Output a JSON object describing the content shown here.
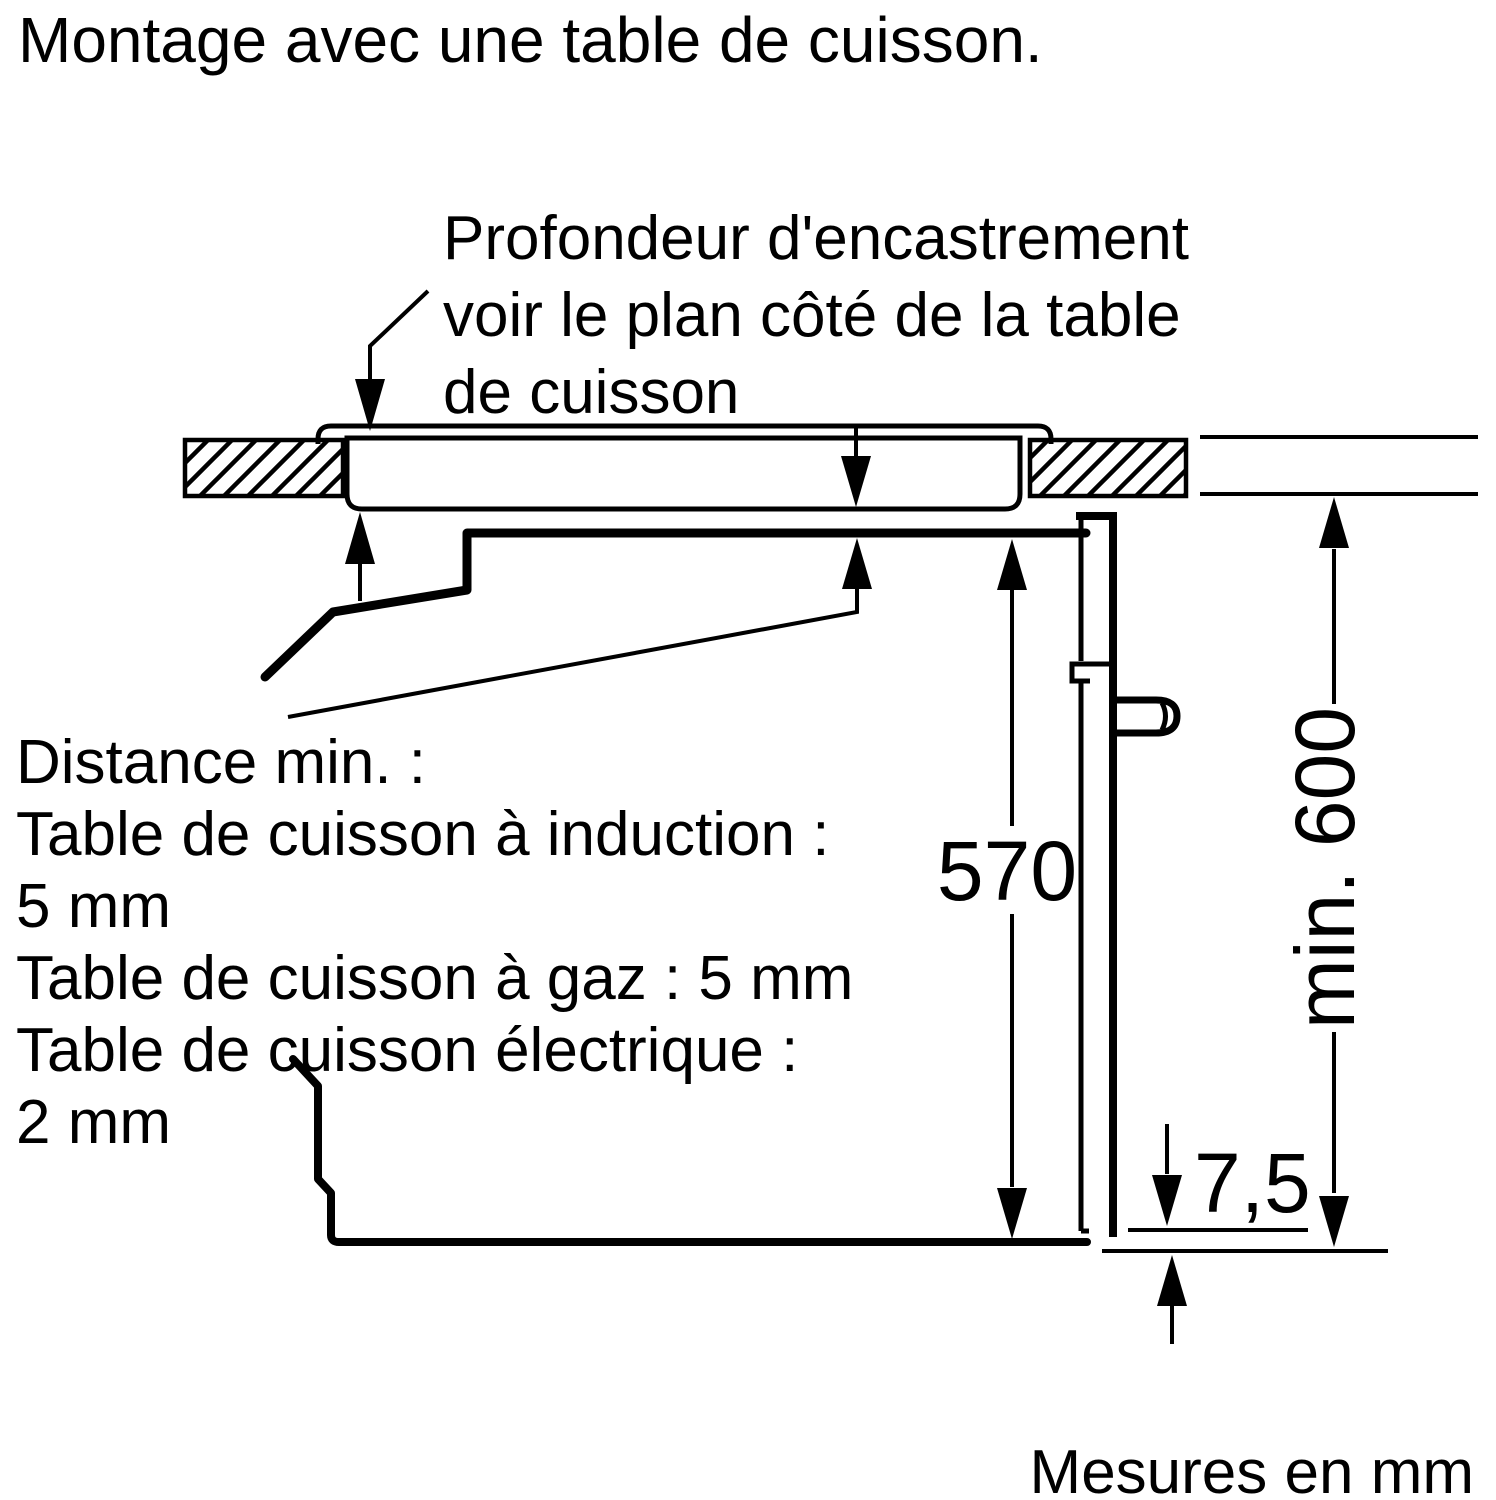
{
  "title": "Montage avec une table de cuisson.",
  "annotation": {
    "lines": [
      "Profondeur d'encastrement",
      "voir le plan côté de la table",
      "de cuisson"
    ]
  },
  "notes": {
    "lines": [
      "Distance min. :",
      "Table de cuisson à induction :",
      "5 mm",
      "Table de cuisson à gaz : 5 mm",
      "Table de cuisson électrique :",
      "2 mm"
    ]
  },
  "dimensions": {
    "cavity_height": "570",
    "min_height": "min. 600",
    "bottom_gap": "7,5"
  },
  "footer": "Mesures en mm",
  "colors": {
    "ink": "#000000",
    "background": "#ffffff"
  }
}
